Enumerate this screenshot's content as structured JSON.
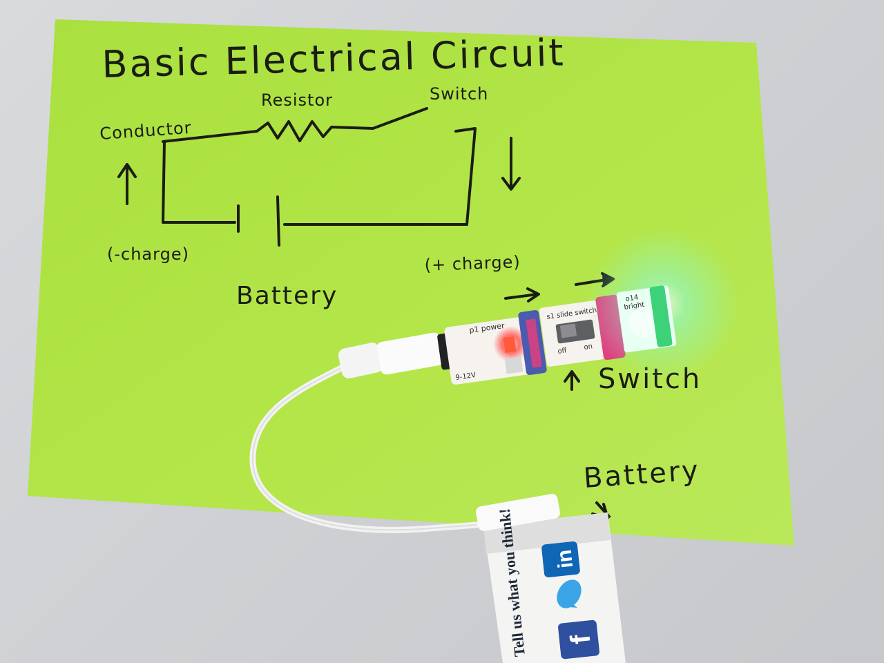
{
  "poster": {
    "title": "Basic Electrical Circuit",
    "labels": {
      "conductor": "Conductor",
      "resistor": "Resistor",
      "switch_top": "Switch",
      "neg_charge": "(-charge)",
      "battery_diagram": "Battery",
      "pos_charge": "(+ charge)",
      "switch_bottom": "Switch",
      "battery_bottom": "Battery"
    }
  },
  "modules": {
    "power": {
      "name": "p1 power",
      "voltage": "9-12V"
    },
    "switch": {
      "name": "s1 slide switch",
      "off": "off",
      "on": "on"
    },
    "led": {
      "line1": "o14",
      "line2": "bright"
    }
  },
  "battery": {
    "tagline": "Tell us what you think!"
  },
  "colors": {
    "paper": "#b4e64a",
    "ink": "#1b1d14",
    "connector_blue": "#4a5bb0",
    "connector_pink": "#e0407f",
    "led_glow": "#7ff0c0",
    "linkedin": "#0e66b5",
    "twitter": "#3aa4e6",
    "facebook": "#2f4f9f"
  },
  "icons": [
    "linkedin-icon",
    "twitter-icon",
    "facebook-icon"
  ]
}
